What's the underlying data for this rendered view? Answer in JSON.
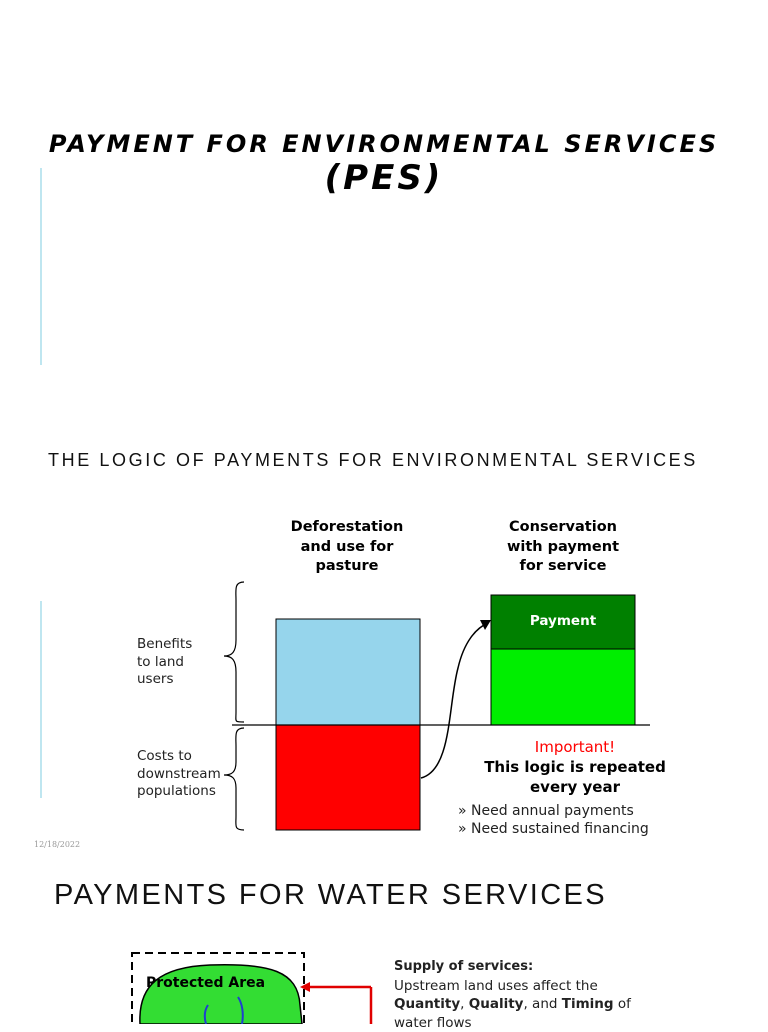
{
  "slide1": {
    "title_line1": "PAYMENT FOR ENVIRONMENTAL SERVICES",
    "title_line2": "(PES)"
  },
  "slide2": {
    "heading": "THE LOGIC OF PAYMENTS FOR ENVIRONMENTAL SERVICES",
    "col_left_label": [
      "Deforestation",
      "and use for",
      "pasture"
    ],
    "col_right_label": [
      "Conservation",
      "with payment",
      "for service"
    ],
    "payment_label": "Payment",
    "benefits_label": [
      "Benefits",
      "to land",
      "users"
    ],
    "costs_label": [
      "Costs to",
      "downstream",
      "populations"
    ],
    "important": "Important!",
    "repeat_note": [
      "This logic is repeated",
      "every year"
    ],
    "bullets": [
      "» Need annual payments",
      "» Need sustained financing"
    ],
    "date": "12/18/2022",
    "colors": {
      "benefit_blue": "#96d5ec",
      "cost_red": "#ff0000",
      "payment_dark_green": "#008000",
      "conservation_green": "#00ee00",
      "important_red": "#ff0000"
    }
  },
  "slide3": {
    "heading": "PAYMENTS FOR WATER SERVICES",
    "protected_area": "Protected Area",
    "supply_title": "Supply of services:",
    "supply_line1": "Upstream land uses affect the",
    "q1": "Quantity",
    "sep1": ", ",
    "q2": "Quality",
    "sep2": ", and ",
    "q3": "Timing",
    "supply_tail": " of",
    "supply_line3": "water flows"
  }
}
